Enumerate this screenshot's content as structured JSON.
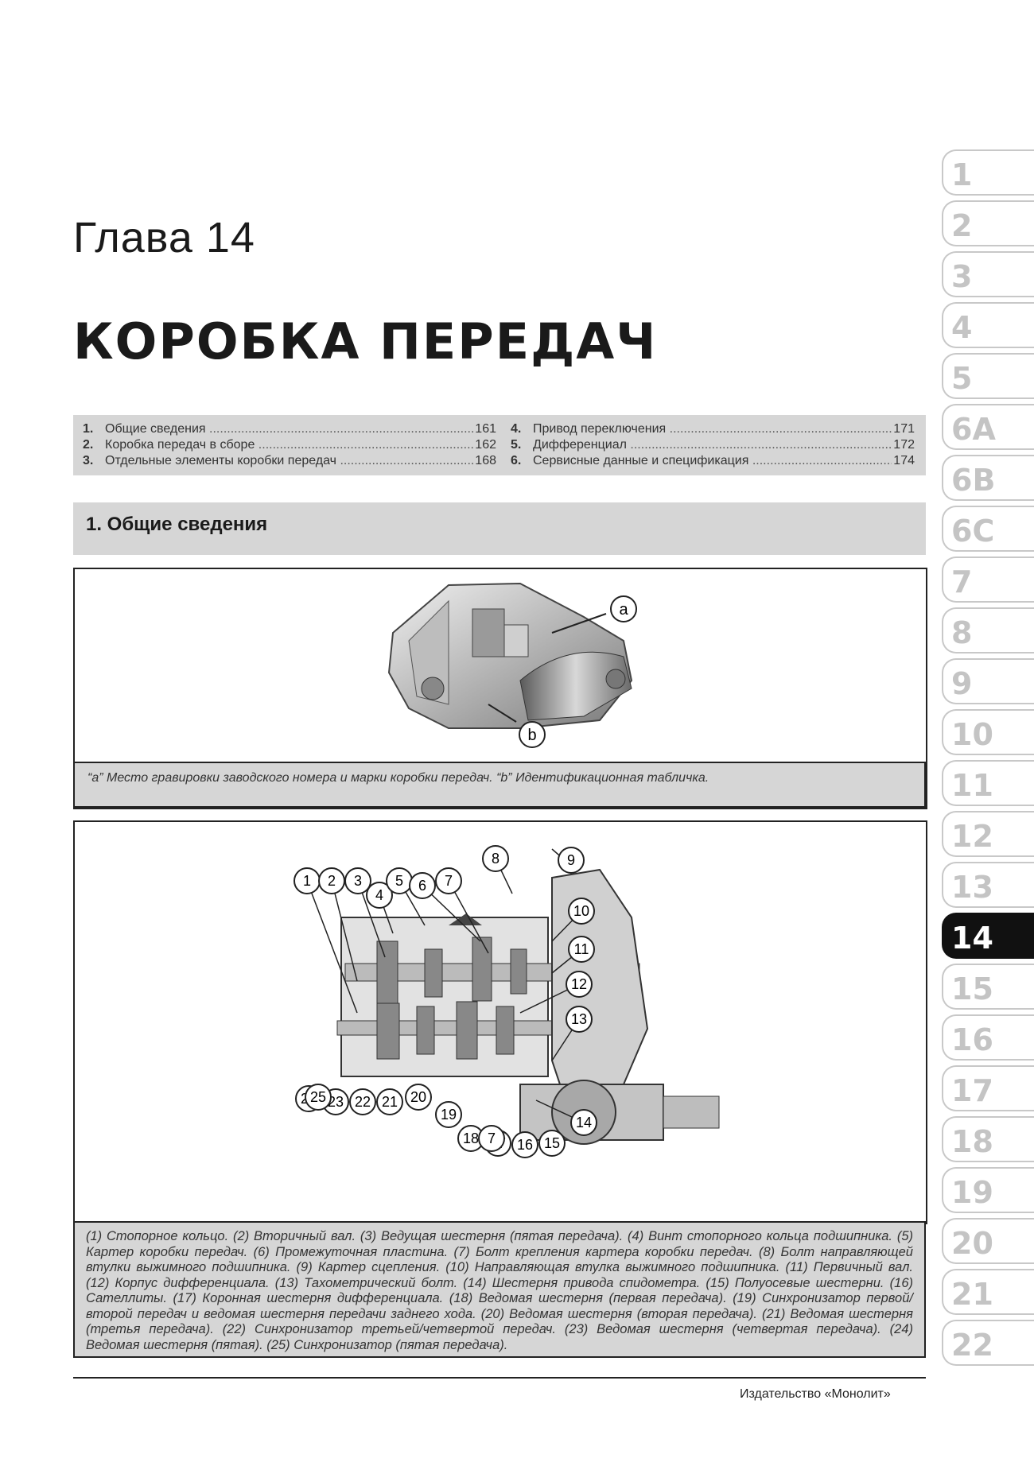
{
  "chapter": {
    "label": "Глава 14",
    "title": "КОРОБКА ПЕРЕДАЧ"
  },
  "toc": {
    "left": [
      {
        "num": "1.",
        "text": "Общие сведения",
        "page": "161"
      },
      {
        "num": "2.",
        "text": "Коробка передач в сборе",
        "page": "162"
      },
      {
        "num": "3.",
        "text": "Отдельные элементы коробки передач",
        "page": "168"
      }
    ],
    "right": [
      {
        "num": "4.",
        "text": "Привод переключения",
        "page": "171"
      },
      {
        "num": "5.",
        "text": "Дифференциал",
        "page": "172"
      },
      {
        "num": "6.",
        "text": "Сервисные данные и спецификация",
        "page": "174"
      }
    ]
  },
  "section": {
    "title": "1. Общие сведения"
  },
  "figure1": {
    "callouts": [
      "a",
      "b"
    ],
    "caption": "“a” Место гравировки заводского номера и марки коробки передач. “b” Идентификационная табличка."
  },
  "figure2": {
    "callouts": [
      "1",
      "2",
      "3",
      "4",
      "5",
      "6",
      "7",
      "8",
      "9",
      "10",
      "11",
      "12",
      "13",
      "14",
      "15",
      "16",
      "17",
      "18",
      "7",
      "19",
      "20",
      "21",
      "22",
      "23",
      "24",
      "25"
    ],
    "caption": "(1) Стопорное кольцо. (2) Вторичный вал. (3) Ведущая шестерня (пятая передача). (4) Винт стопорного кольца подшипника. (5) Картер коробки передач. (6) Промежуточная пластина. (7) Болт крепления картера коробки передач. (8) Болт направляющей втулки выжимного подшипника. (9) Картер сцепления. (10) Направляющая втулка выжимного подшипника. (11) Первичный вал. (12) Корпус дифференциала. (13) Тахометрический болт. (14) Шестерня привода спидометра. (15) Полуосевые шестерни. (16) Сателлиты. (17) Коронная шестерня дифференциала. (18) Ведомая шестерня (первая передача). (19) Синхронизатор первой/второй передач и ведомая шестерня передачи заднего хода. (20) Ведомая шестерня (вторая передача). (21) Ведомая шестерня (третья передача). (22) Синхронизатор третьей/четвертой передач. (23) Ведомая шестерня (четвертая передача). (24) Ведомая шестерня (пятая). (25) Синхронизатор (пятая передача)."
  },
  "footer": {
    "publisher": "Издательство «Монолит»"
  },
  "side_tabs": {
    "items": [
      "1",
      "2",
      "3",
      "4",
      "5",
      "6A",
      "6B",
      "6C",
      "7",
      "8",
      "9",
      "10",
      "11",
      "12",
      "13",
      "14",
      "15",
      "16",
      "17",
      "18",
      "19",
      "20",
      "21",
      "22"
    ],
    "active": "14"
  }
}
